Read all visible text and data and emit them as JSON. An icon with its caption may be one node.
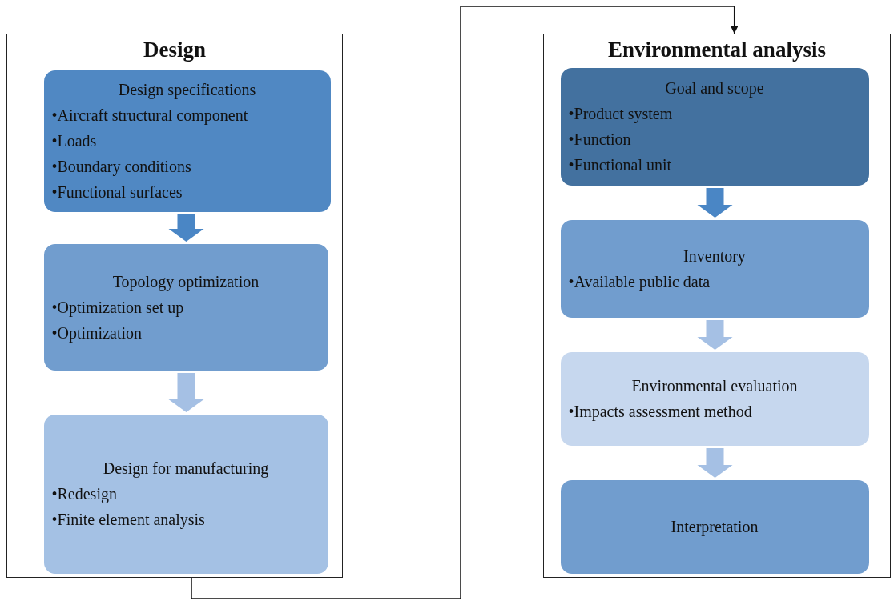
{
  "diagram": {
    "nodes": [
      {
        "text": [
          "Design"
        ]
      },
      {
        "text": [
          "Design specifications",
          "•Aircraft structural component",
          "•Loads",
          "•Boundary conditions",
          "•Functional surfaces"
        ],
        "in": 0
      },
      {
        "text": [
          "Topology optimization",
          "•Optimization set up",
          "•Optimization"
        ],
        "in": 0
      },
      {
        "text": [
          "Design for manufacturing",
          "•Redesign",
          "•Finite element analysis"
        ],
        "in": 0
      },
      {
        "text": [
          "Environmental analysis"
        ]
      },
      {
        "text": [
          "Goal and scope",
          "•Product system",
          "•Function",
          "•Functional unit"
        ],
        "in": 4
      },
      {
        "text": [
          "Inventory",
          "•Available public data"
        ],
        "in": 4
      },
      {
        "text": [
          "Environmental evaluation",
          "•Impacts assessment method"
        ],
        "in": 4
      },
      {
        "text": [
          "Interpretation"
        ],
        "in": 4
      }
    ],
    "edges": [
      {
        "from": 1,
        "to": 2,
        "arrow": "to",
        "style": "thick",
        "color": "#4a86c5"
      },
      {
        "from": 2,
        "to": 3,
        "arrow": "to",
        "style": "thick",
        "color": "#a5c0e4"
      },
      {
        "from": 0,
        "to": 4,
        "arrow": "to"
      },
      {
        "from": 5,
        "to": 6,
        "arrow": "to",
        "style": "thick",
        "color": "#4a86c5"
      },
      {
        "from": 6,
        "to": 7,
        "arrow": "to",
        "style": "thick",
        "color": "#a5c0e4"
      },
      {
        "from": 7,
        "to": 8,
        "arrow": "to",
        "style": "thick",
        "color": "#a5c0e4"
      }
    ]
  }
}
